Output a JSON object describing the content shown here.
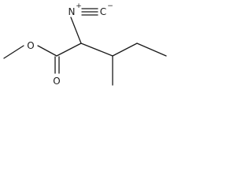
{
  "structure": {
    "atoms": {
      "ester_oxygen": "O",
      "carbonyl_oxygen": "O",
      "isocyanide_nitrogen": "N",
      "isocyanide_charge_n": "+",
      "isocyanide_carbon": "C",
      "isocyanide_charge_c": "−"
    }
  }
}
